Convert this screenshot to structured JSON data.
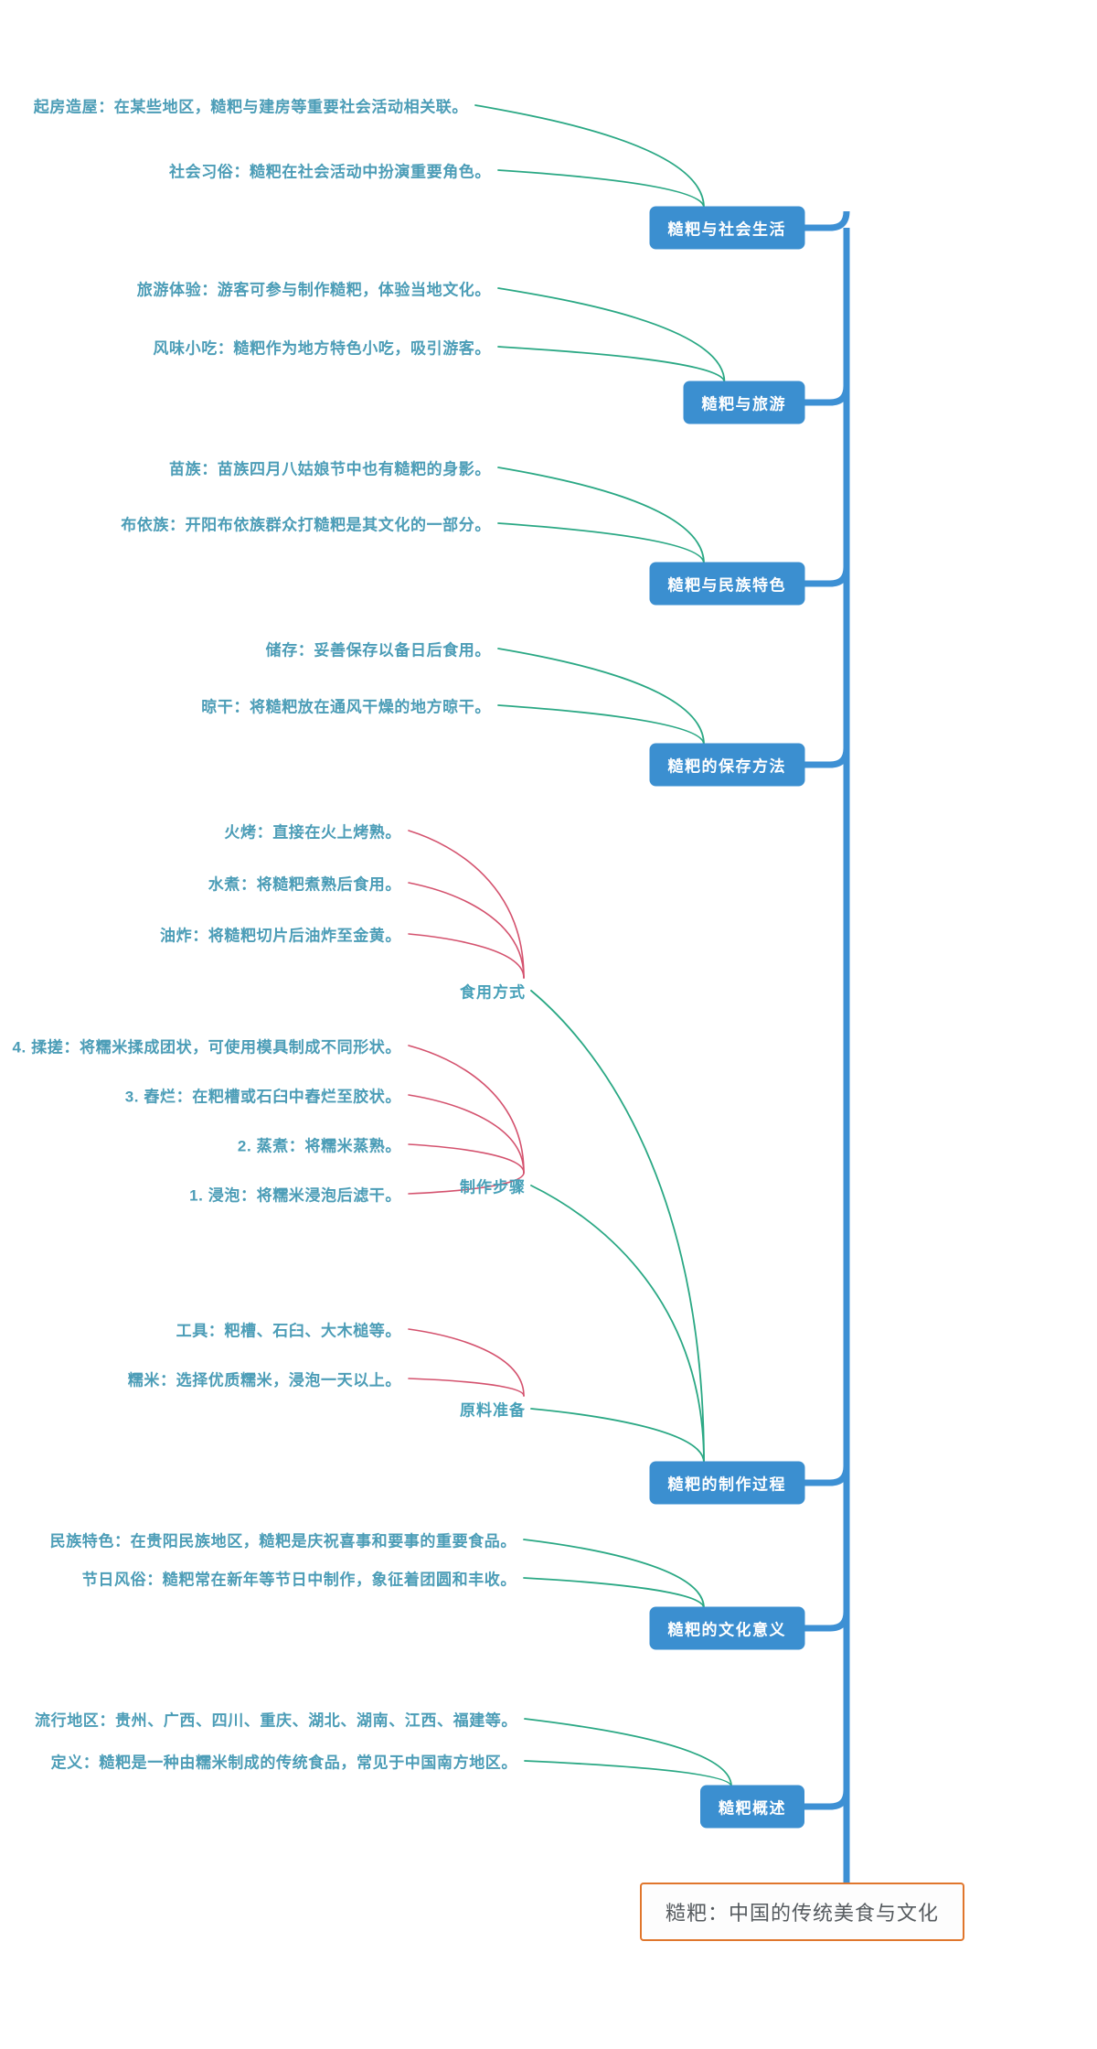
{
  "meta": {
    "title": "糙粑：中国的传统美食与文化",
    "type": "mindmap",
    "orientation": "right-to-left",
    "colors": {
      "root_border": "#e0762c",
      "root_text": "#555a5e",
      "branch_box": "#3b8fd0",
      "branch_text": "#ffffff",
      "leaf_text": "#4c9db7",
      "sub_text": "#47a0b8",
      "trunk_line": "#3d90d4",
      "green_link": "#2aa884",
      "pink_link": "#d4526e",
      "background": "#ffffff"
    }
  },
  "root": {
    "label": "糙粑：中国的传统美食与文化"
  },
  "branches": [
    {
      "id": "social",
      "label": "糙粑与社会生活",
      "leaves": [
        "起房造屋：在某些地区，糙粑与建房等重要社会活动相关联。",
        "社会习俗：糙粑在社会活动中扮演重要角色。"
      ]
    },
    {
      "id": "tourism",
      "label": "糙粑与旅游",
      "leaves": [
        "旅游体验：游客可参与制作糙粑，体验当地文化。",
        "风味小吃：糙粑作为地方特色小吃，吸引游客。"
      ]
    },
    {
      "id": "ethnic",
      "label": "糙粑与民族特色",
      "leaves": [
        "苗族：苗族四月八姑娘节中也有糙粑的身影。",
        "布依族：开阳布依族群众打糙粑是其文化的一部分。"
      ]
    },
    {
      "id": "preserve",
      "label": "糙粑的保存方法",
      "leaves": [
        "储存：妥善保存以备日后食用。",
        "晾干：将糙粑放在通风干燥的地方晾干。"
      ]
    },
    {
      "id": "process",
      "label": "糙粑的制作过程",
      "subgroups": [
        {
          "label": "食用方式",
          "leaves": [
            "火烤：直接在火上烤熟。",
            "水煮：将糙粑煮熟后食用。",
            "油炸：将糙粑切片后油炸至金黄。"
          ]
        },
        {
          "label": "制作步骤",
          "leaves": [
            "4. 揉搓：将糯米揉成团状，可使用模具制成不同形状。",
            "3. 舂烂：在粑槽或石臼中舂烂至胶状。",
            "2. 蒸煮：将糯米蒸熟。",
            "1. 浸泡：将糯米浸泡后滤干。"
          ]
        },
        {
          "label": "原料准备",
          "leaves": [
            "工具：粑槽、石臼、大木槌等。",
            "糯米：选择优质糯米，浸泡一天以上。"
          ]
        }
      ]
    },
    {
      "id": "culture",
      "label": "糙粑的文化意义",
      "leaves": [
        "民族特色：在贵阳民族地区，糙粑是庆祝喜事和要事的重要食品。",
        "节日风俗：糙粑常在新年等节日中制作，象征着团圆和丰收。"
      ]
    },
    {
      "id": "overview",
      "label": "糙粑概述",
      "leaves": [
        "流行地区：贵州、广西、四川、重庆、湖北、湖南、江西、福建等。",
        "定义：糙粑是一种由糯米制成的传统食品，常见于中国南方地区。"
      ]
    }
  ]
}
